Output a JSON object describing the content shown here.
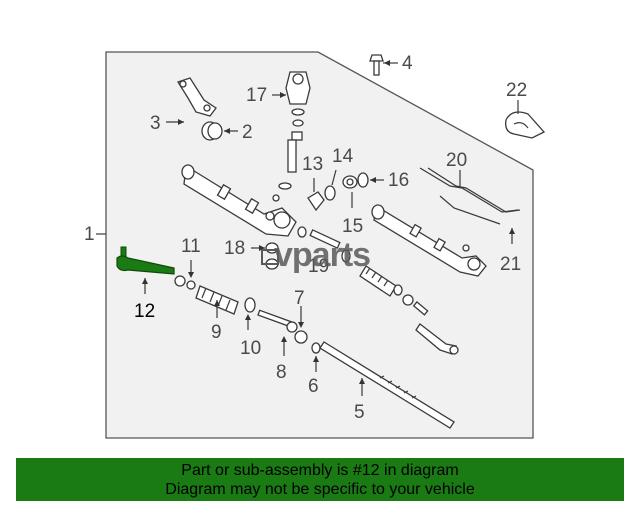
{
  "diagram": {
    "callouts": {
      "c1": "1",
      "c2": "2",
      "c3": "3",
      "c4": "4",
      "c5": "5",
      "c6": "6",
      "c7": "7",
      "c8": "8",
      "c9": "9",
      "c10": "10",
      "c11": "11",
      "c12": "12",
      "c13": "13",
      "c14": "14",
      "c15": "15",
      "c16": "16",
      "c17": "17",
      "c18": "18",
      "c19": "19",
      "c20": "20",
      "c21": "21",
      "c22": "22"
    },
    "highlighted_part": "12",
    "highlight_color": "#1a7a14",
    "watermark": "vparts"
  },
  "banner": {
    "line1": "Part or sub-assembly is #12 in diagram",
    "line2": "Diagram may not be specific to your vehicle",
    "background": "#1a7a14"
  }
}
